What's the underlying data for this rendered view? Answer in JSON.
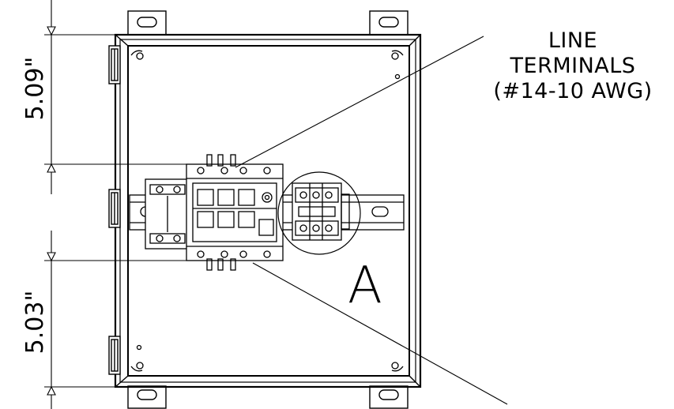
{
  "callout": {
    "line1": "LINE",
    "line2": "TERMINALS",
    "line3": "(#14-10 AWG)"
  },
  "dimensions": {
    "top": "5.09\"",
    "bottom": "5.03\""
  },
  "detail_label": "A",
  "colors": {
    "ink": "#000000",
    "paper": "#ffffff"
  }
}
